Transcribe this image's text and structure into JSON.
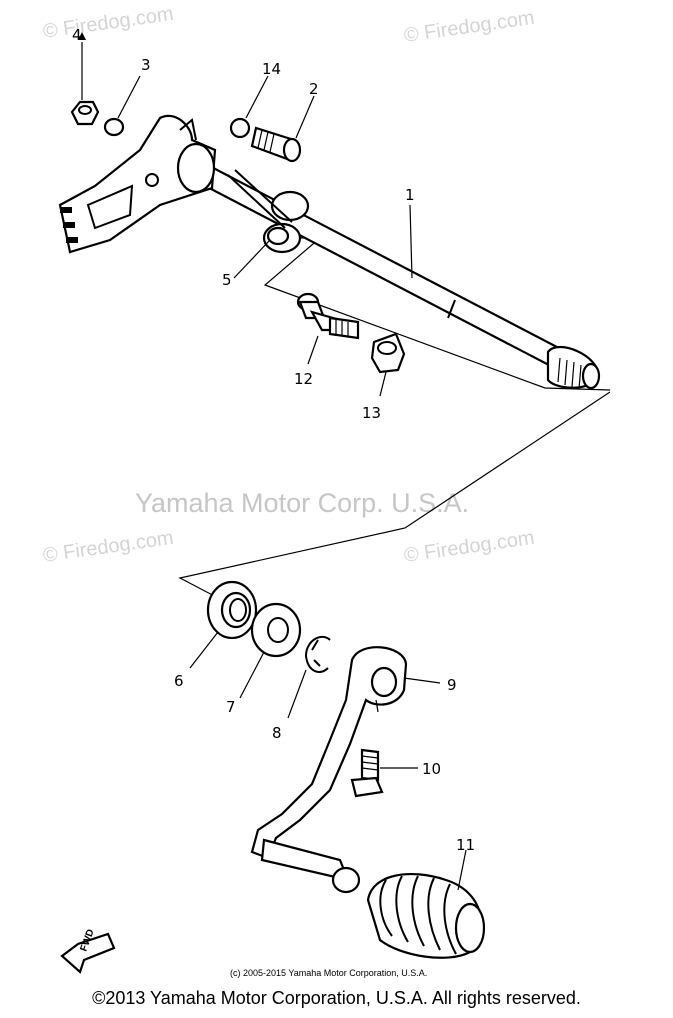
{
  "watermarks": {
    "site": "© Firedog.com",
    "center": "Yamaha Motor Corp. U.S.A."
  },
  "callouts": [
    "1",
    "2",
    "3",
    "4",
    "5",
    "6",
    "7",
    "8",
    "9",
    "10",
    "11",
    "12",
    "13",
    "14"
  ],
  "fwd_label": "FWD",
  "small_copyright": "(c) 2005-2015 Yamaha Motor Corporation, U.S.A.",
  "footer_copyright": "©2013 Yamaha Motor Corporation, U.S.A. All rights reserved.",
  "colors": {
    "ink": "#000000",
    "watermark": "#d4d4d4"
  }
}
